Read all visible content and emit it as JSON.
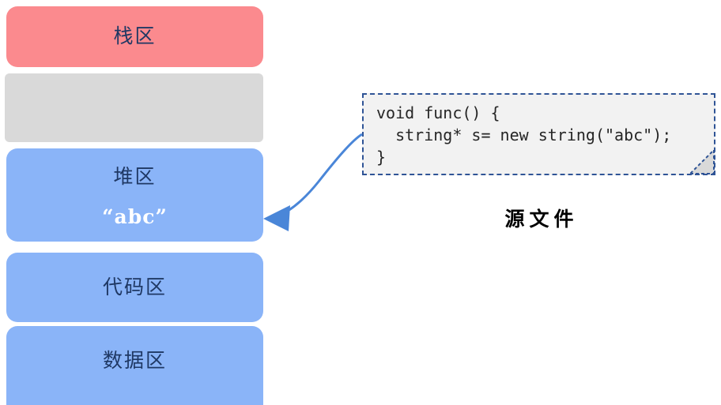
{
  "diagram": {
    "title": "memory-layout-diagram",
    "memory_blocks": [
      {
        "name": "stack",
        "label": "栈区",
        "color": "#fb8a8e"
      },
      {
        "name": "gap",
        "label": "",
        "color": "#d9d9d9"
      },
      {
        "name": "heap",
        "label": "堆区",
        "color": "#8ab4f8",
        "content": "“abc”"
      },
      {
        "name": "text",
        "label": "代码区",
        "color": "#8ab4f8"
      },
      {
        "name": "data",
        "label": "数据区",
        "color": "#8ab4f8"
      }
    ],
    "code_box": {
      "code": "void func() {\n  string* s= new string(\"abc\");\n}",
      "border_color": "#2f5496",
      "background": "#f2f2f2"
    },
    "caption": "源文件",
    "arrow": {
      "color": "#4a86d8",
      "from": "code-box-left-edge",
      "to": "heap-block-right-edge"
    },
    "label_color": "#1f3864"
  }
}
